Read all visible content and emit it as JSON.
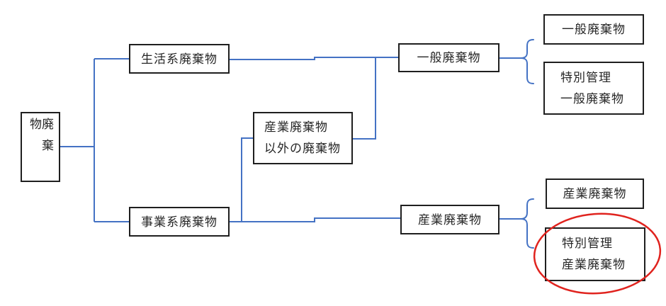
{
  "colors": {
    "connector": "#4472C4",
    "border": "#1f1f1f",
    "text": "#262626",
    "highlight": "#E0231E",
    "background": "#FFFFFF"
  },
  "nodes": {
    "root": {
      "label": "廃棄物"
    },
    "household": {
      "label": "生活系廃棄物"
    },
    "business": {
      "label": "事業系廃棄物"
    },
    "non_industrial": {
      "line1": "産業廃棄物",
      "line2": "以外の廃棄物"
    },
    "general": {
      "label": "一般廃棄物"
    },
    "industrial": {
      "label": "産業廃棄物"
    },
    "general_sub": {
      "label": "一般廃棄物"
    },
    "special_general": {
      "line1": "特別管理",
      "line2": "一般廃棄物"
    },
    "industrial_sub": {
      "label": "産業廃棄物"
    },
    "special_industrial": {
      "line1": "特別管理",
      "line2": "産業廃棄物"
    }
  }
}
